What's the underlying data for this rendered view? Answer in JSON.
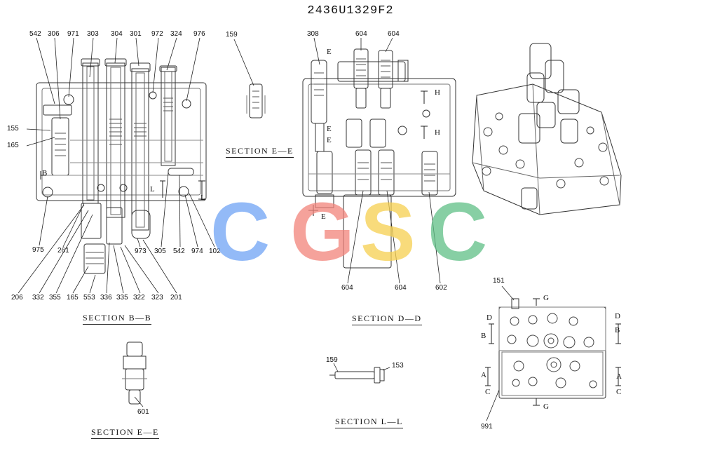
{
  "drawing_number": "2436U1329F2",
  "sections": {
    "bb": "SECTION B—B",
    "ee_top": "SECTION E—E",
    "dd": "SECTION D—D",
    "ee_bottom": "SECTION E—E",
    "ll": "SECTION L—L"
  },
  "labels": {
    "bb_top": [
      "542",
      "306",
      "971",
      "303",
      "304",
      "301",
      "972",
      "324",
      "976"
    ],
    "bb_left": [
      "155",
      "165"
    ],
    "bb_right": [
      "975",
      "261",
      "973",
      "305",
      "542",
      "974",
      "102"
    ],
    "bb_bottom": [
      "206",
      "332",
      "355",
      "165",
      "553",
      "336",
      "335",
      "322",
      "323",
      "201"
    ],
    "ee_top": [
      "159"
    ],
    "dd_top": [
      "308",
      "604",
      "604"
    ],
    "dd_bottom": [
      "604",
      "604",
      "602"
    ],
    "ee_bottom": [
      "601"
    ],
    "ll": [
      "159",
      "153"
    ],
    "view": [
      "151",
      "991"
    ]
  },
  "cut_marks": {
    "bb": [
      "B",
      "L",
      "L"
    ],
    "dd": [
      "E",
      "E",
      "E",
      "E",
      "H",
      "H"
    ],
    "view": [
      "G",
      "G",
      "D",
      "B",
      "D",
      "B",
      "A",
      "C",
      "A",
      "C"
    ]
  },
  "watermark": {
    "letters": [
      {
        "char": "C",
        "color": "#6fa3f5"
      },
      {
        "char": "G",
        "color": "#f2837a"
      },
      {
        "char": "S",
        "color": "#f6d04f"
      },
      {
        "char": "C",
        "color": "#5fbf86"
      }
    ]
  }
}
